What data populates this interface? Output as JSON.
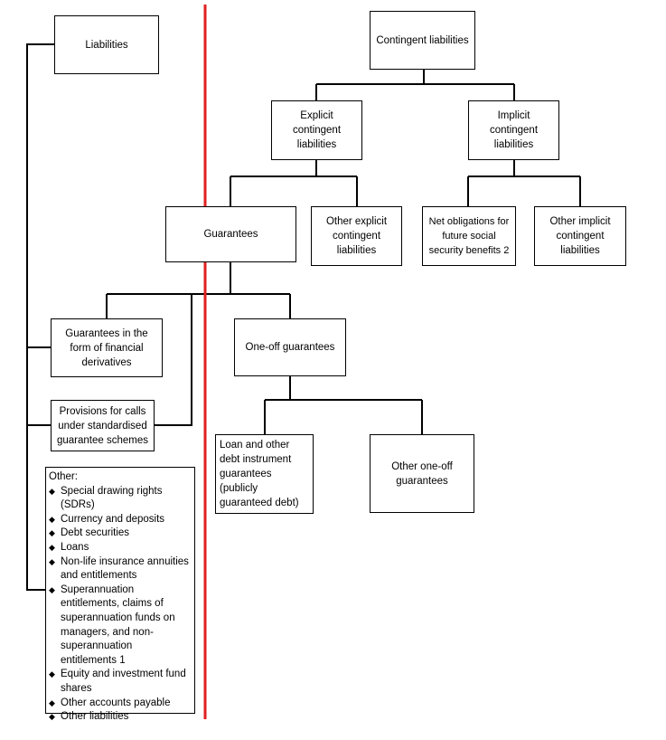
{
  "nodes": {
    "liabilities": "Liabilities",
    "contingent_liabilities": "Contingent liabilities",
    "explicit_contingent": "Explicit contingent liabilities",
    "implicit_contingent": "Implicit contingent liabilities",
    "guarantees": "Guarantees",
    "other_explicit": "Other explicit contingent liabilities",
    "net_obligations": "Net obligations for future social security benefits 2",
    "other_implicit": "Other implicit contingent liabilities",
    "guarantees_derivatives": "Guarantees in the form of financial derivatives",
    "provisions_calls": "Provisions for calls under standardised guarantee schemes",
    "one_off_guarantees": "One-off guarantees",
    "loan_debt_guarantees": "Loan and other debt instrument guarantees (publicly guaranteed debt)",
    "other_one_off": "Other one-off guarantees"
  },
  "other_list": {
    "heading": "Other:",
    "items": [
      "Special drawing rights (SDRs)",
      "Currency and deposits",
      "Debt securities",
      "Loans",
      "Non-life insurance annuities and entitlements",
      "Superannuation entitlements, claims of superannuation funds on managers, and non-superannuation entitlements 1",
      "Equity and investment fund shares",
      "Other accounts payable",
      "Other liabilities"
    ]
  },
  "colors": {
    "divider": "#e02020",
    "line": "#000000"
  }
}
